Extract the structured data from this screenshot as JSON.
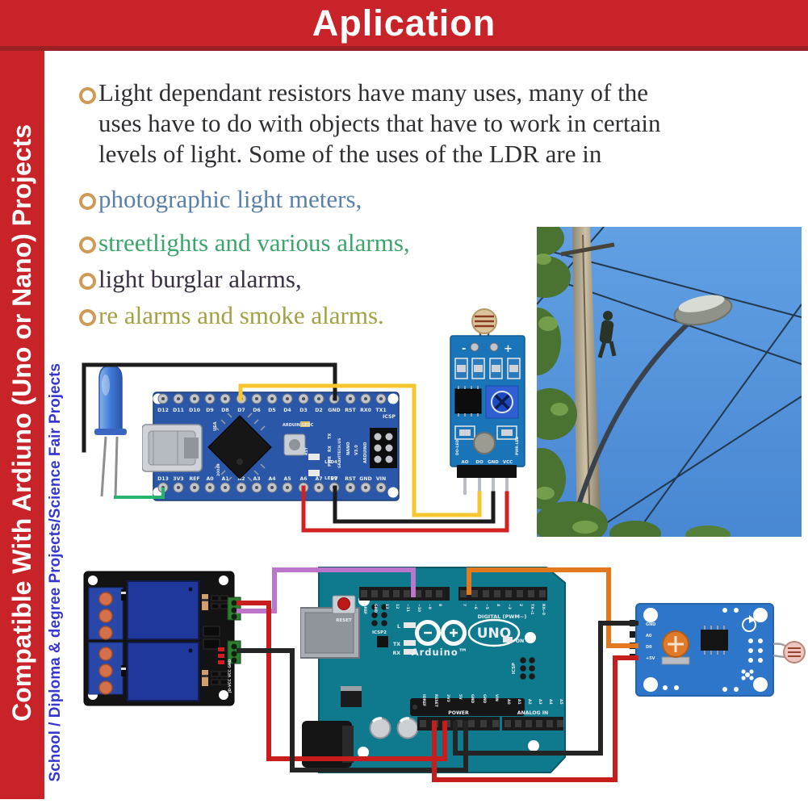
{
  "header": {
    "title": "Aplication"
  },
  "sidebar": {
    "title": "Compatible With Ardiuno (Uno or Nano) Projects",
    "subtitle": "School / Diploma & degree Projects/Science Fair Projects"
  },
  "content": {
    "bullet1_lines": [
      "Light dependant resistors have many uses, many of the",
      "uses have to do with objects that have to work in certain",
      "levels of light. Some of the uses of the LDR are in"
    ],
    "bullet2": "photographic light meters,",
    "bullet3": "streetlights and various alarms,",
    "bullet4": "light burglar alarms,",
    "bullet5": "re alarms and smoke alarms."
  },
  "colors": {
    "accent_red": "#c9232a",
    "accent_dark_red": "#9b2125",
    "sidebar_blue_text": "#3636d0",
    "bullet_ring": "#cf9a55",
    "bullet_blue": "#5a7fa9",
    "bullet_green": "#3ba56b",
    "bullet_dark": "#3a3142",
    "bullet_olive": "#a2a144",
    "wire_yellow": "#f5c62e",
    "wire_red": "#d32121",
    "wire_black": "#1c1c1c",
    "wire_green": "#27b36b",
    "wire_purple": "#bd75cc",
    "wire_orange": "#e2791f",
    "nano_pcb": "#2b57a8",
    "uno_pcb": "#0f7a8e",
    "sensor_pcb_top": "#1a74b8",
    "sensor_pcb_bottom": "#2e76c9",
    "relay_pcb": "#131313",
    "relay_blue": "#20379b"
  },
  "nano": {
    "top_pins": [
      "D12",
      "D11",
      "D10",
      "D9",
      "D8",
      "D7",
      "D6",
      "D5",
      "D4",
      "D3",
      "D2",
      "GND",
      "RST",
      "RX0",
      "TX1"
    ],
    "bottom_pins": [
      "D13",
      "3V3",
      "REF",
      "A0",
      "A1",
      "A2",
      "A3",
      "A4",
      "A5",
      "A6",
      "A7",
      "5V",
      "RST",
      "GND",
      "VIN"
    ],
    "board_texts": {
      "ledc": "ARDUIN.LEDC",
      "tx": "TX",
      "rx": "RX",
      "pwr": "PWR",
      "brand": "GRAVITECH.US",
      "model": "NANO",
      "version": "V3.0",
      "arduino": "ARDUINO",
      "icsp": "ICSP",
      "rst": "RST",
      "usa": "USA",
      "serial": "20049",
      "led4": "LED4",
      "led3": "LED3"
    }
  },
  "ldr_module": {
    "minus": "-",
    "plus": "+",
    "pins": [
      "AO",
      "DO",
      "GND",
      "VCC"
    ],
    "do_led": "DO-LED",
    "pwr_led": "PWR-LED"
  },
  "uno": {
    "reset": "RESET",
    "icsp2": "ICSP2",
    "icsp": "ICSP",
    "l": "L",
    "tx": "TX",
    "rx": "RX",
    "on": "ON",
    "logo_text": "UNO",
    "brand": "Arduino™",
    "digital_label": "DIGITAL (PWM~)",
    "power_label": "POWER",
    "analog_label": "ANALOG IN",
    "digital_pins_left": [
      "AREF",
      "GND",
      "13",
      "12",
      "~11",
      "~10",
      "~9",
      "8"
    ],
    "digital_pins_right": [
      "7",
      "~6",
      "~5",
      "4",
      "~3",
      "2",
      "TX→1",
      "RX←0"
    ],
    "power_pins": [
      "IOREF",
      "RESET",
      "3V3",
      "5V",
      "GND",
      "GND",
      "VIN"
    ],
    "analog_pins": [
      "A0",
      "A1",
      "A2",
      "A3",
      "A4",
      "A5"
    ]
  },
  "sensor_module": {
    "pins": [
      "GND",
      "A0",
      "D0",
      "+5V"
    ],
    "side_label": "JD-VCC VCC GND"
  }
}
